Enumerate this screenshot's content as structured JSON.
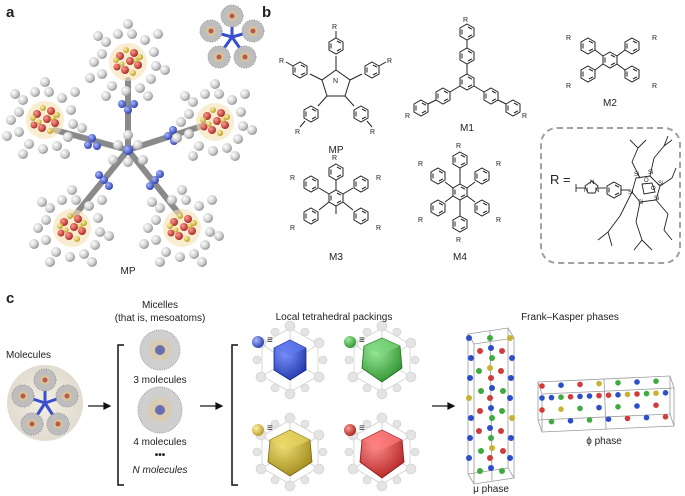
{
  "panels": {
    "a": {
      "letter": "a",
      "caption": "MP"
    },
    "b": {
      "letter": "b",
      "labels": {
        "mp": "MP",
        "m1": "M1",
        "m2": "M2",
        "m3": "M3",
        "m4": "M4"
      },
      "r_eq": "R =",
      "r_sub": "R"
    },
    "c": {
      "letter": "c",
      "molecules": "Molecules",
      "micelles_title": "Micelles",
      "micelles_sub": "(that is, mesoatoms)",
      "m3": "3 molecules",
      "m4": "4 molecules",
      "dots": "•••",
      "mN": "N molecules",
      "packings_title": "Local tetrahedral packings",
      "equiv": "≡",
      "fk_title": "Frank–Kasper phases",
      "mu": "μ phase",
      "phi": "ϕ phase"
    }
  },
  "colors": {
    "blue": "#2c4fc9",
    "green": "#3faa3f",
    "yellow": "#c9b233",
    "red": "#d33a3a",
    "grey": "#b9b9b9",
    "core_red": "#c8403a",
    "core_yellow": "#e0c44a"
  }
}
